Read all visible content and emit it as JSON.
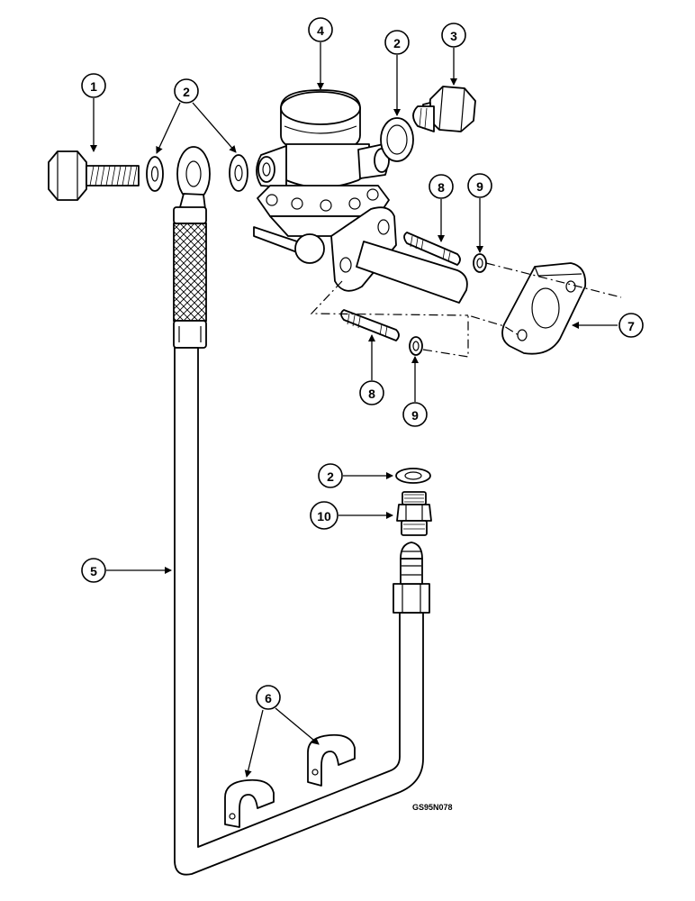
{
  "callouts": {
    "c1": "1",
    "c2a": "2",
    "c2b": "2",
    "c2c": "2",
    "c3": "3",
    "c4": "4",
    "c5": "5",
    "c6": "6",
    "c7": "7",
    "c8a": "8",
    "c8b": "8",
    "c9a": "9",
    "c9b": "9",
    "c10": "10"
  },
  "drawing_code": "GS95N078"
}
